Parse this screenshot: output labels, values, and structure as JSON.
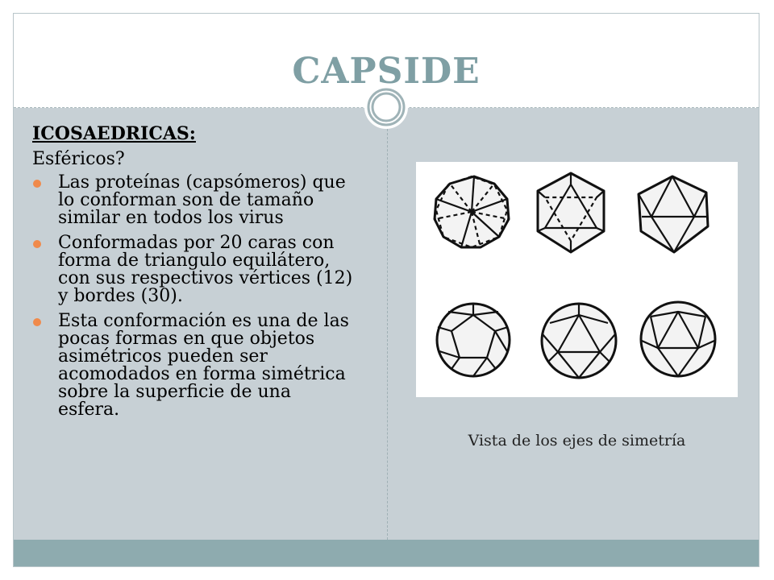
{
  "slide": {
    "title": "CAPSIDE",
    "heading": "ICOSAEDRICAS:",
    "subheading": "Esféricos?",
    "bullets": [
      "Las proteínas (capsómeros) que lo conforman son de tamaño similar en todos los virus",
      "Conformadas por 20 caras con forma de triangulo equilátero, con sus respectivos vértices (12) y bordes (30).",
      "Esta conformación es una de las pocas formas en que objetos asimétricos pueden ser acomodados en forma simétrica sobre la superficie de una esfera."
    ],
    "figure": {
      "description_icon": "icosahedron-symmetry-diagram",
      "caption": "Vista de los ejes de simetría"
    }
  },
  "colors": {
    "title": "#7f9fa4",
    "content_bg": "#c7d0d5",
    "footer_bar": "#8eabaf",
    "bullet": "#f08a4b"
  }
}
